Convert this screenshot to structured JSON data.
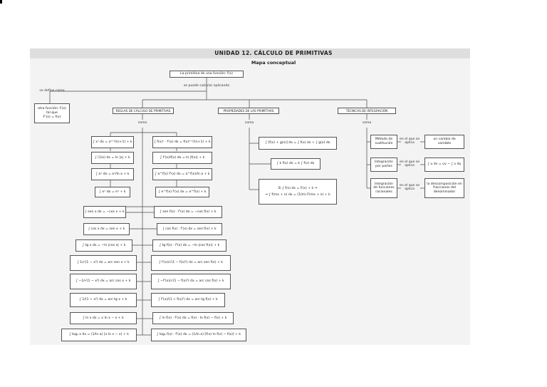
{
  "header": {
    "title": "UNIDAD 12.  CÁLCULO DE PRIMITIVAS",
    "subtitle": "Mapa conceptual"
  },
  "colors": {
    "background": "#ffffff",
    "sheet": "#f3f3f3",
    "box_border": "#555555",
    "line": "#444444"
  },
  "top": {
    "root": "La primitiva de una función: f(x)",
    "left_link": "se define como",
    "definition": [
      "otra función: F(x)",
      "tal que",
      "F'(x) = f(x)"
    ],
    "right_link": "se puede calcular aplicando"
  },
  "branches": {
    "rules": "REGLAS DE CÁLCULO DE PRIMITIVAS",
    "properties": "PROPIEDADES DE LAS PRIMITIVAS",
    "techniques": "TÉCNICAS DE INTEGRACIÓN",
    "como": "como"
  },
  "rules_left": [
    "∫ xⁿ dx = xⁿ⁺¹/(n+1) + k",
    "∫ (1/x) dx = ln |x| + k",
    "∫ aˣ dx = aˣ/ln a + k",
    "∫ eˣ dx = eˣ + k",
    "∫ sen x dx = −cos x + k",
    "∫ cos x dx = sen x + k",
    "∫ tg x dx = −ln |cos x| + k",
    "∫ 1/√(1 − x²) dx = arc sen x + k",
    "∫ −1/√(1 − x²) dx = arc cos x + k",
    "∫ 1/(1 + x²) dx = arc tg x + k",
    "∫ ln x dx = x ln x − x + k",
    "∫ logₐ x dx = (1/ln a) [x ln x − x] + k"
  ],
  "rules_right": [
    "∫ f(x)ⁿ · f'(x) dx = f(x)ⁿ⁺¹/(n+1) + k",
    "∫ f'(x)/f(x) dx = ln |f(x)| + k",
    "∫ a^f(x) f'(x) dx = a^f(x)/ln a + k",
    "∫ e^f(x) f'(x) dx = e^f(x) + k",
    "∫ sen f(x) · f'(x) dx = −cos f(x) + k",
    "∫ cos f(x) · f'(x) dx = sen f(x) + k",
    "∫ tg f(x) · f'(x) dx = −ln |cos f(x)| + k",
    "∫ f'(x)/√(1 − f(x)²) dx = arc sen f(x) + k",
    "∫ −f'(x)/√(1 − f(x)²) dx = arc cos f(x) + k",
    "∫ f'(x)/(1 + f(x)²) dx = arc tg f(x) + k",
    "∫ ln f(x) · f'(x) dx = f(x) · ln f(x) − f(x) + k",
    "∫ logₐ f(x) · f'(x) dx = (1/ln a) [f(x) ln f(x) − f(x)] + k"
  ],
  "properties": [
    "∫ [f(x) + g(x)] dx = ∫ f(x) dx + ∫ g(x) dx",
    "∫ k f(x) dx = k ∫ f(x) dx",
    "Si ∫ f(x) dx = F(x) + k ⇒",
    "⇒ ∫ f(mx + n) dx = (1/m) F(mx + n) + k"
  ],
  "techniques": [
    {
      "name": "Método de sustitución",
      "link": "en el que se aplica",
      "result": "un cambio de variable"
    },
    {
      "name": "Integración por partes",
      "link": "en el que se aplica",
      "result": "∫ u dv = uv − ∫ v du"
    },
    {
      "name": "Integración de funciones racionales",
      "link": "en el que se aplica",
      "result": "la descomposición en fracciones del denominador"
    }
  ]
}
